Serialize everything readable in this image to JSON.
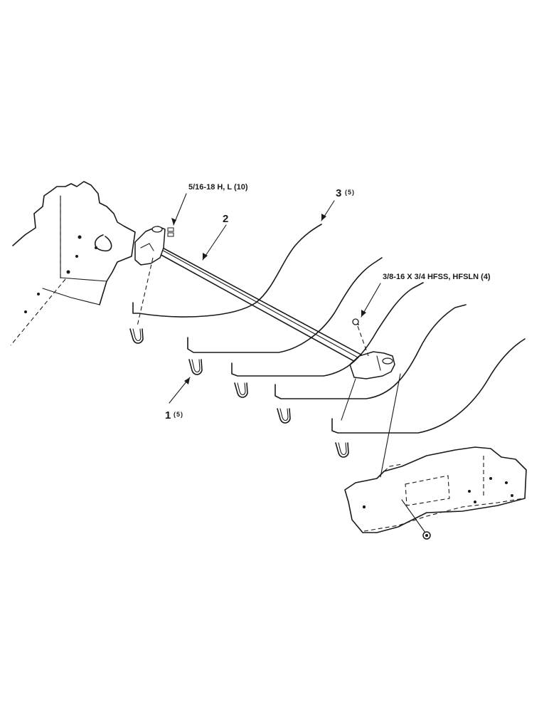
{
  "callouts": {
    "bolt_left": "5/16-18 H, L (10)",
    "bolt_right": "3/8-16 X 3/4 HFSS, HFSLN (4)",
    "item1": {
      "number": "1",
      "qty": "(5)"
    },
    "item2": {
      "number": "2"
    },
    "item3": {
      "number": "3",
      "qty": "(5)"
    }
  }
}
